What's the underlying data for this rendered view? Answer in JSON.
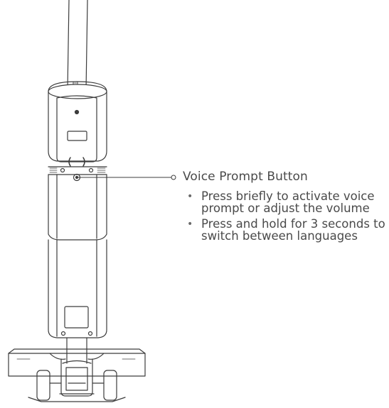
{
  "callout": {
    "title": "Voice Prompt Button",
    "items": [
      {
        "text": "Press briefly to activate voice prompt or adjust the volume"
      },
      {
        "text": "Press and hold for 3 seconds to switch between languages"
      }
    ]
  },
  "colors": {
    "line": "#3c3c3c",
    "text": "#4a4a4a"
  }
}
